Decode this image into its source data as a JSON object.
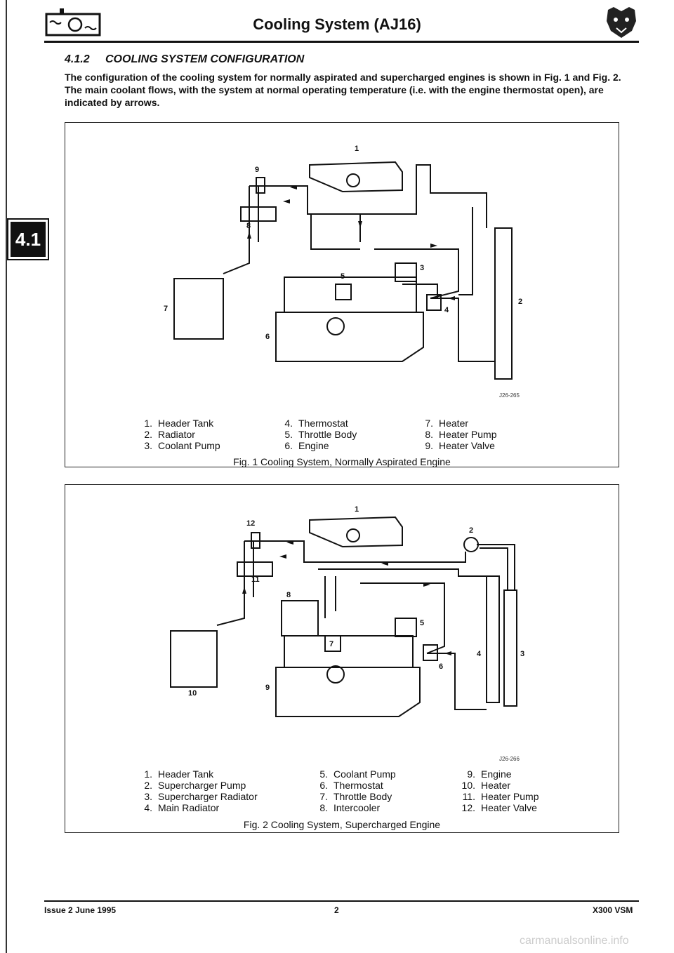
{
  "header": {
    "title": "Cooling System (AJ16)"
  },
  "tab": {
    "label": "4.1"
  },
  "section": {
    "number": "4.1.2",
    "title": "COOLING SYSTEM CONFIGURATION"
  },
  "intro": "The configuration of the cooling system for normally aspirated and supercharged engines is shown in Fig. 1 and Fig. 2. The main coolant flows, with the system at normal operating temperature (i.e. with the engine thermostat open), are indicated by arrows.",
  "figure1": {
    "ref": "J26-265",
    "caption": "Fig. 1  Cooling System, Normally Aspirated Engine",
    "legend": [
      {
        "num": "1.",
        "label": "Header Tank"
      },
      {
        "num": "2.",
        "label": "Radiator"
      },
      {
        "num": "3.",
        "label": "Coolant Pump"
      },
      {
        "num": "4.",
        "label": "Thermostat"
      },
      {
        "num": "5.",
        "label": "Throttle Body"
      },
      {
        "num": "6.",
        "label": "Engine"
      },
      {
        "num": "7.",
        "label": "Heater"
      },
      {
        "num": "8.",
        "label": "Heater Pump"
      },
      {
        "num": "9.",
        "label": "Heater Valve"
      }
    ],
    "callouts": [
      "1",
      "2",
      "3",
      "4",
      "5",
      "6",
      "7",
      "8",
      "9"
    ]
  },
  "figure2": {
    "ref": "J26-266",
    "caption": "Fig. 2  Cooling System, Supercharged Engine",
    "legend": [
      {
        "num": "1.",
        "label": "Header Tank"
      },
      {
        "num": "2.",
        "label": "Supercharger Pump"
      },
      {
        "num": "3.",
        "label": "Supercharger Radiator"
      },
      {
        "num": "4.",
        "label": "Main Radiator"
      },
      {
        "num": "5.",
        "label": "Coolant Pump"
      },
      {
        "num": "6.",
        "label": "Thermostat"
      },
      {
        "num": "7.",
        "label": "Throttle Body"
      },
      {
        "num": "8.",
        "label": "Intercooler"
      },
      {
        "num": "9.",
        "label": "Engine"
      },
      {
        "num": "10.",
        "label": "Heater"
      },
      {
        "num": "11.",
        "label": "Heater Pump"
      },
      {
        "num": "12.",
        "label": "Heater Valve"
      }
    ],
    "callouts": [
      "1",
      "2",
      "3",
      "4",
      "5",
      "6",
      "7",
      "8",
      "9",
      "10",
      "11",
      "12"
    ]
  },
  "footer": {
    "issue": "Issue 2 June 1995",
    "page": "2",
    "manual": "X300 VSM"
  },
  "watermark": "carmanualsonline.info"
}
